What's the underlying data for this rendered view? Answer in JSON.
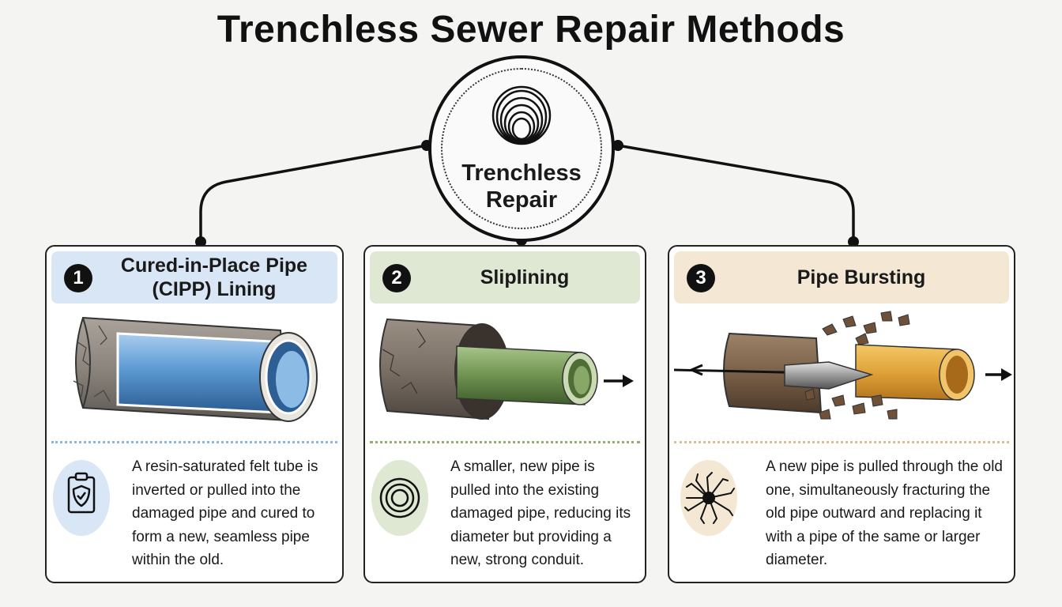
{
  "title": "Trenchless Sewer Repair Methods",
  "hub": {
    "label": "Trenchless Repair",
    "icon": "concentric-rings-icon"
  },
  "methods": [
    {
      "number": "1",
      "title": "Cured-in-Place Pipe (CIPP) Lining",
      "head_color": "#d9e6f5",
      "accent_color": "#5b95d0",
      "icon": "clipboard-shield-icon",
      "description": "A resin-saturated felt tube is inverted or pulled into the damaged pipe and cured to form a new, seamless pipe within the old."
    },
    {
      "number": "2",
      "title": "Sliplining",
      "head_color": "#dfe8d3",
      "accent_color": "#7a9a55",
      "icon": "concentric-rings-icon",
      "description": "A smaller, new pipe is pulled into the existing damaged pipe, reducing its diameter but providing a new, strong conduit."
    },
    {
      "number": "3",
      "title": "Pipe Bursting",
      "head_color": "#f4e8d5",
      "accent_color": "#d2ae7a",
      "icon": "burst-icon",
      "description": "A new pipe is pulled through the old one, simultaneously fracturing the old pipe outward and replacing it with a pipe of the same or larger diameter."
    }
  ]
}
